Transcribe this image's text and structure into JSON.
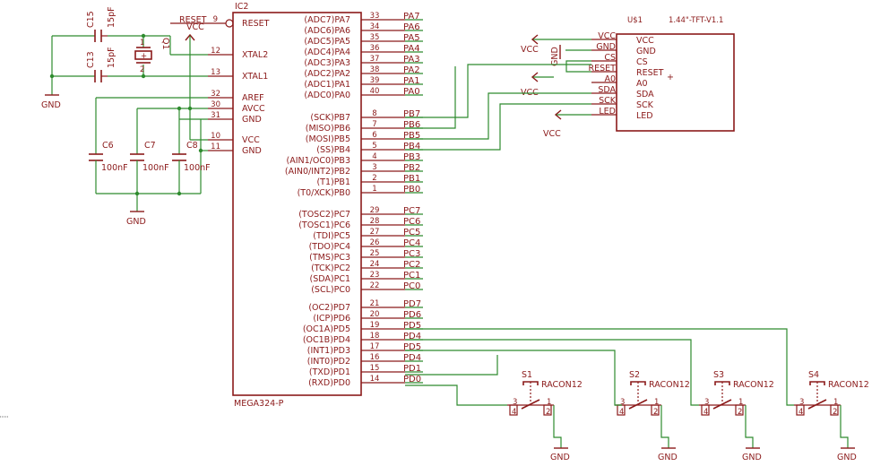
{
  "ic2": {
    "ref": "IC2",
    "value": "MEGA324-P",
    "left_pins": [
      {
        "num": "9",
        "name": "RESET"
      },
      {
        "num": "12",
        "name": "XTAL2"
      },
      {
        "num": "13",
        "name": "XTAL1"
      },
      {
        "num": "32",
        "name": "AREF"
      },
      {
        "num": "30",
        "name": "AVCC"
      },
      {
        "num": "31",
        "name": "GND"
      },
      {
        "num": "10",
        "name": "VCC"
      },
      {
        "num": "11",
        "name": "GND"
      }
    ],
    "right_pins": [
      {
        "num": "33",
        "name": "(ADC7)PA7",
        "net": "PA7"
      },
      {
        "num": "34",
        "name": "(ADC6)PA6",
        "net": "PA6"
      },
      {
        "num": "35",
        "name": "(ADC5)PA5",
        "net": "PA5"
      },
      {
        "num": "36",
        "name": "(ADC4)PA4",
        "net": "PA4"
      },
      {
        "num": "37",
        "name": "(ADC3)PA3",
        "net": "PA3"
      },
      {
        "num": "38",
        "name": "(ADC2)PA2",
        "net": "PA2"
      },
      {
        "num": "39",
        "name": "(ADC1)PA1",
        "net": "PA1"
      },
      {
        "num": "40",
        "name": "(ADC0)PA0",
        "net": "PA0"
      },
      {
        "num": "8",
        "name": "(SCK)PB7",
        "net": "PB7"
      },
      {
        "num": "7",
        "name": "(MISO)PB6",
        "net": "PB6"
      },
      {
        "num": "6",
        "name": "(MOSI)PB5",
        "net": "PB5"
      },
      {
        "num": "5",
        "name": "(SS)PB4",
        "net": "PB4"
      },
      {
        "num": "4",
        "name": "(AIN1/OC0)PB3",
        "net": "PB3"
      },
      {
        "num": "3",
        "name": "(AIN0/INT2)PB2",
        "net": "PB2"
      },
      {
        "num": "2",
        "name": "(T1)PB1",
        "net": "PB1"
      },
      {
        "num": "1",
        "name": "(T0/XCK)PB0",
        "net": "PB0"
      },
      {
        "num": "29",
        "name": "(TOSC2)PC7",
        "net": "PC7"
      },
      {
        "num": "28",
        "name": "(TOSC1)PC6",
        "net": "PC6"
      },
      {
        "num": "27",
        "name": "(TDI)PC5",
        "net": "PC5"
      },
      {
        "num": "26",
        "name": "(TDO)PC4",
        "net": "PC4"
      },
      {
        "num": "25",
        "name": "(TMS)PC3",
        "net": "PC3"
      },
      {
        "num": "24",
        "name": "(TCK)PC2",
        "net": "PC2"
      },
      {
        "num": "23",
        "name": "(SDA)PC1",
        "net": "PC1"
      },
      {
        "num": "22",
        "name": "(SCL)PC0",
        "net": "PC0"
      },
      {
        "num": "21",
        "name": "(OC2)PD7",
        "net": "PD7"
      },
      {
        "num": "20",
        "name": "(ICP)PD6",
        "net": "PD6"
      },
      {
        "num": "19",
        "name": "(OC1A)PD5",
        "net": "PD5"
      },
      {
        "num": "18",
        "name": "(OC1B)PD4",
        "net": "PD4"
      },
      {
        "num": "17",
        "name": "(INT1)PD3",
        "net": "PD5"
      },
      {
        "num": "16",
        "name": "(INT0)PD2",
        "net": "PD4"
      },
      {
        "num": "15",
        "name": "(TXD)PD1",
        "net": "PD1"
      },
      {
        "num": "14",
        "name": "(RXD)PD0",
        "net": "PD0"
      }
    ]
  },
  "tft": {
    "ref": "U$1",
    "value": "1.44\"-TFT-V1.1",
    "pins": [
      "VCC",
      "GND",
      "CS",
      "RESET",
      "A0",
      "SDA",
      "SCK",
      "LED"
    ],
    "nets": [
      "VCC",
      "GND",
      "CS",
      "RESET",
      "A0",
      "SDA",
      "SCK",
      "LED"
    ]
  },
  "caps": {
    "c15": {
      "ref": "C15",
      "value": "15pF"
    },
    "c13": {
      "ref": "C13",
      "value": "15pF"
    },
    "c6": {
      "ref": "C6",
      "value": "100nF"
    },
    "c7": {
      "ref": "C7",
      "value": "100nF"
    },
    "c8": {
      "ref": "C8",
      "value": "100nF"
    }
  },
  "crystal": {
    "ref": "Q1",
    "pin1": "1",
    "pin2": "2",
    "sign": "+"
  },
  "reset_net": "RESET",
  "vcc": "VCC",
  "gnd": "GND",
  "switches": [
    {
      "ref": "S1",
      "value": "RACON12"
    },
    {
      "ref": "S2",
      "value": "RACON12"
    },
    {
      "ref": "S3",
      "value": "RACON12"
    },
    {
      "ref": "S4",
      "value": "RACON12"
    }
  ],
  "switch_pins": {
    "p1": "1",
    "p2": "2",
    "p3": "3",
    "p4": "4"
  }
}
